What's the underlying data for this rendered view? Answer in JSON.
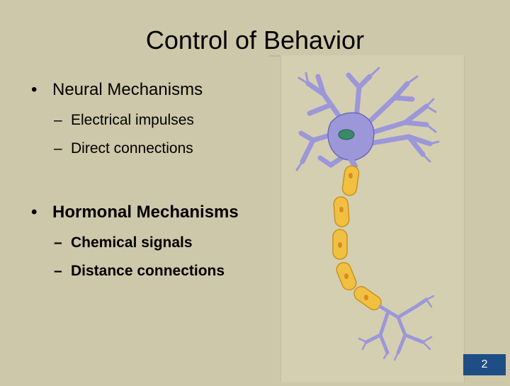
{
  "slide": {
    "title": "Control of Behavior",
    "sections": [
      {
        "heading": "Neural Mechanisms",
        "items": [
          "Electrical impulses",
          "Direct connections"
        ]
      },
      {
        "heading": "Hormonal Mechanisms",
        "items": [
          "Chemical signals",
          "Distance connections"
        ]
      }
    ],
    "bullet_glyph": "•",
    "dash_glyph": "–",
    "page_number": "2"
  },
  "colors": {
    "background": "#cdc8a9",
    "neuron_body": "#9c97d8",
    "nucleus": "#3a8a6a",
    "myelin": "#f2c040",
    "page_badge": "#1f4e86"
  }
}
